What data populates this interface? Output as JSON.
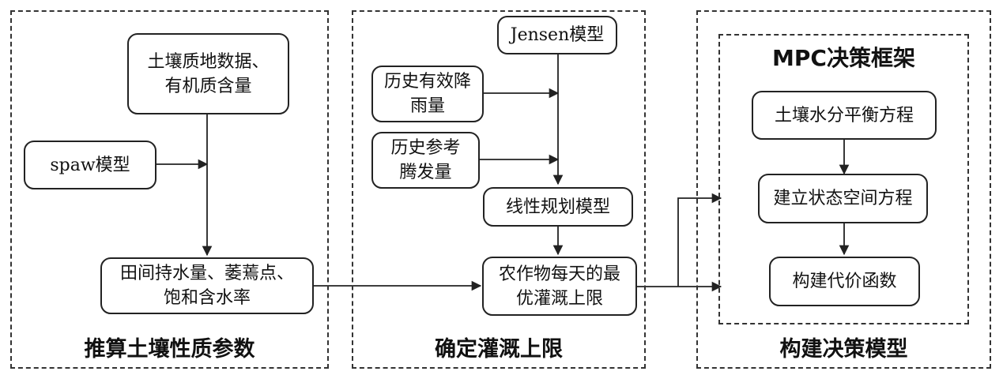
{
  "panel_left": {
    "title": "推算土壤性质参数",
    "box_soil_data": [
      "土壤质地数据、",
      "有机质含量"
    ],
    "box_spaw": "spaw模型",
    "box_params": [
      "田间持水量、萎蔫点、",
      "饱和含水率"
    ]
  },
  "panel_middle": {
    "title": "确定灌溉上限",
    "box_jensen": "Jensen模型",
    "box_rain": [
      "历史有效降",
      "雨量"
    ],
    "box_et": [
      "历史参考",
      "腾发量"
    ],
    "box_lp": "线性规划模型",
    "box_upper": [
      "农作物每天的最",
      "优灌溉上限"
    ]
  },
  "panel_right": {
    "title": "构建决策模型",
    "mpc_title": "MPC决策框架",
    "box_water_balance": "土壤水分平衡方程",
    "box_state_space": "建立状态空间方程",
    "box_cost": "构建代价函数"
  }
}
